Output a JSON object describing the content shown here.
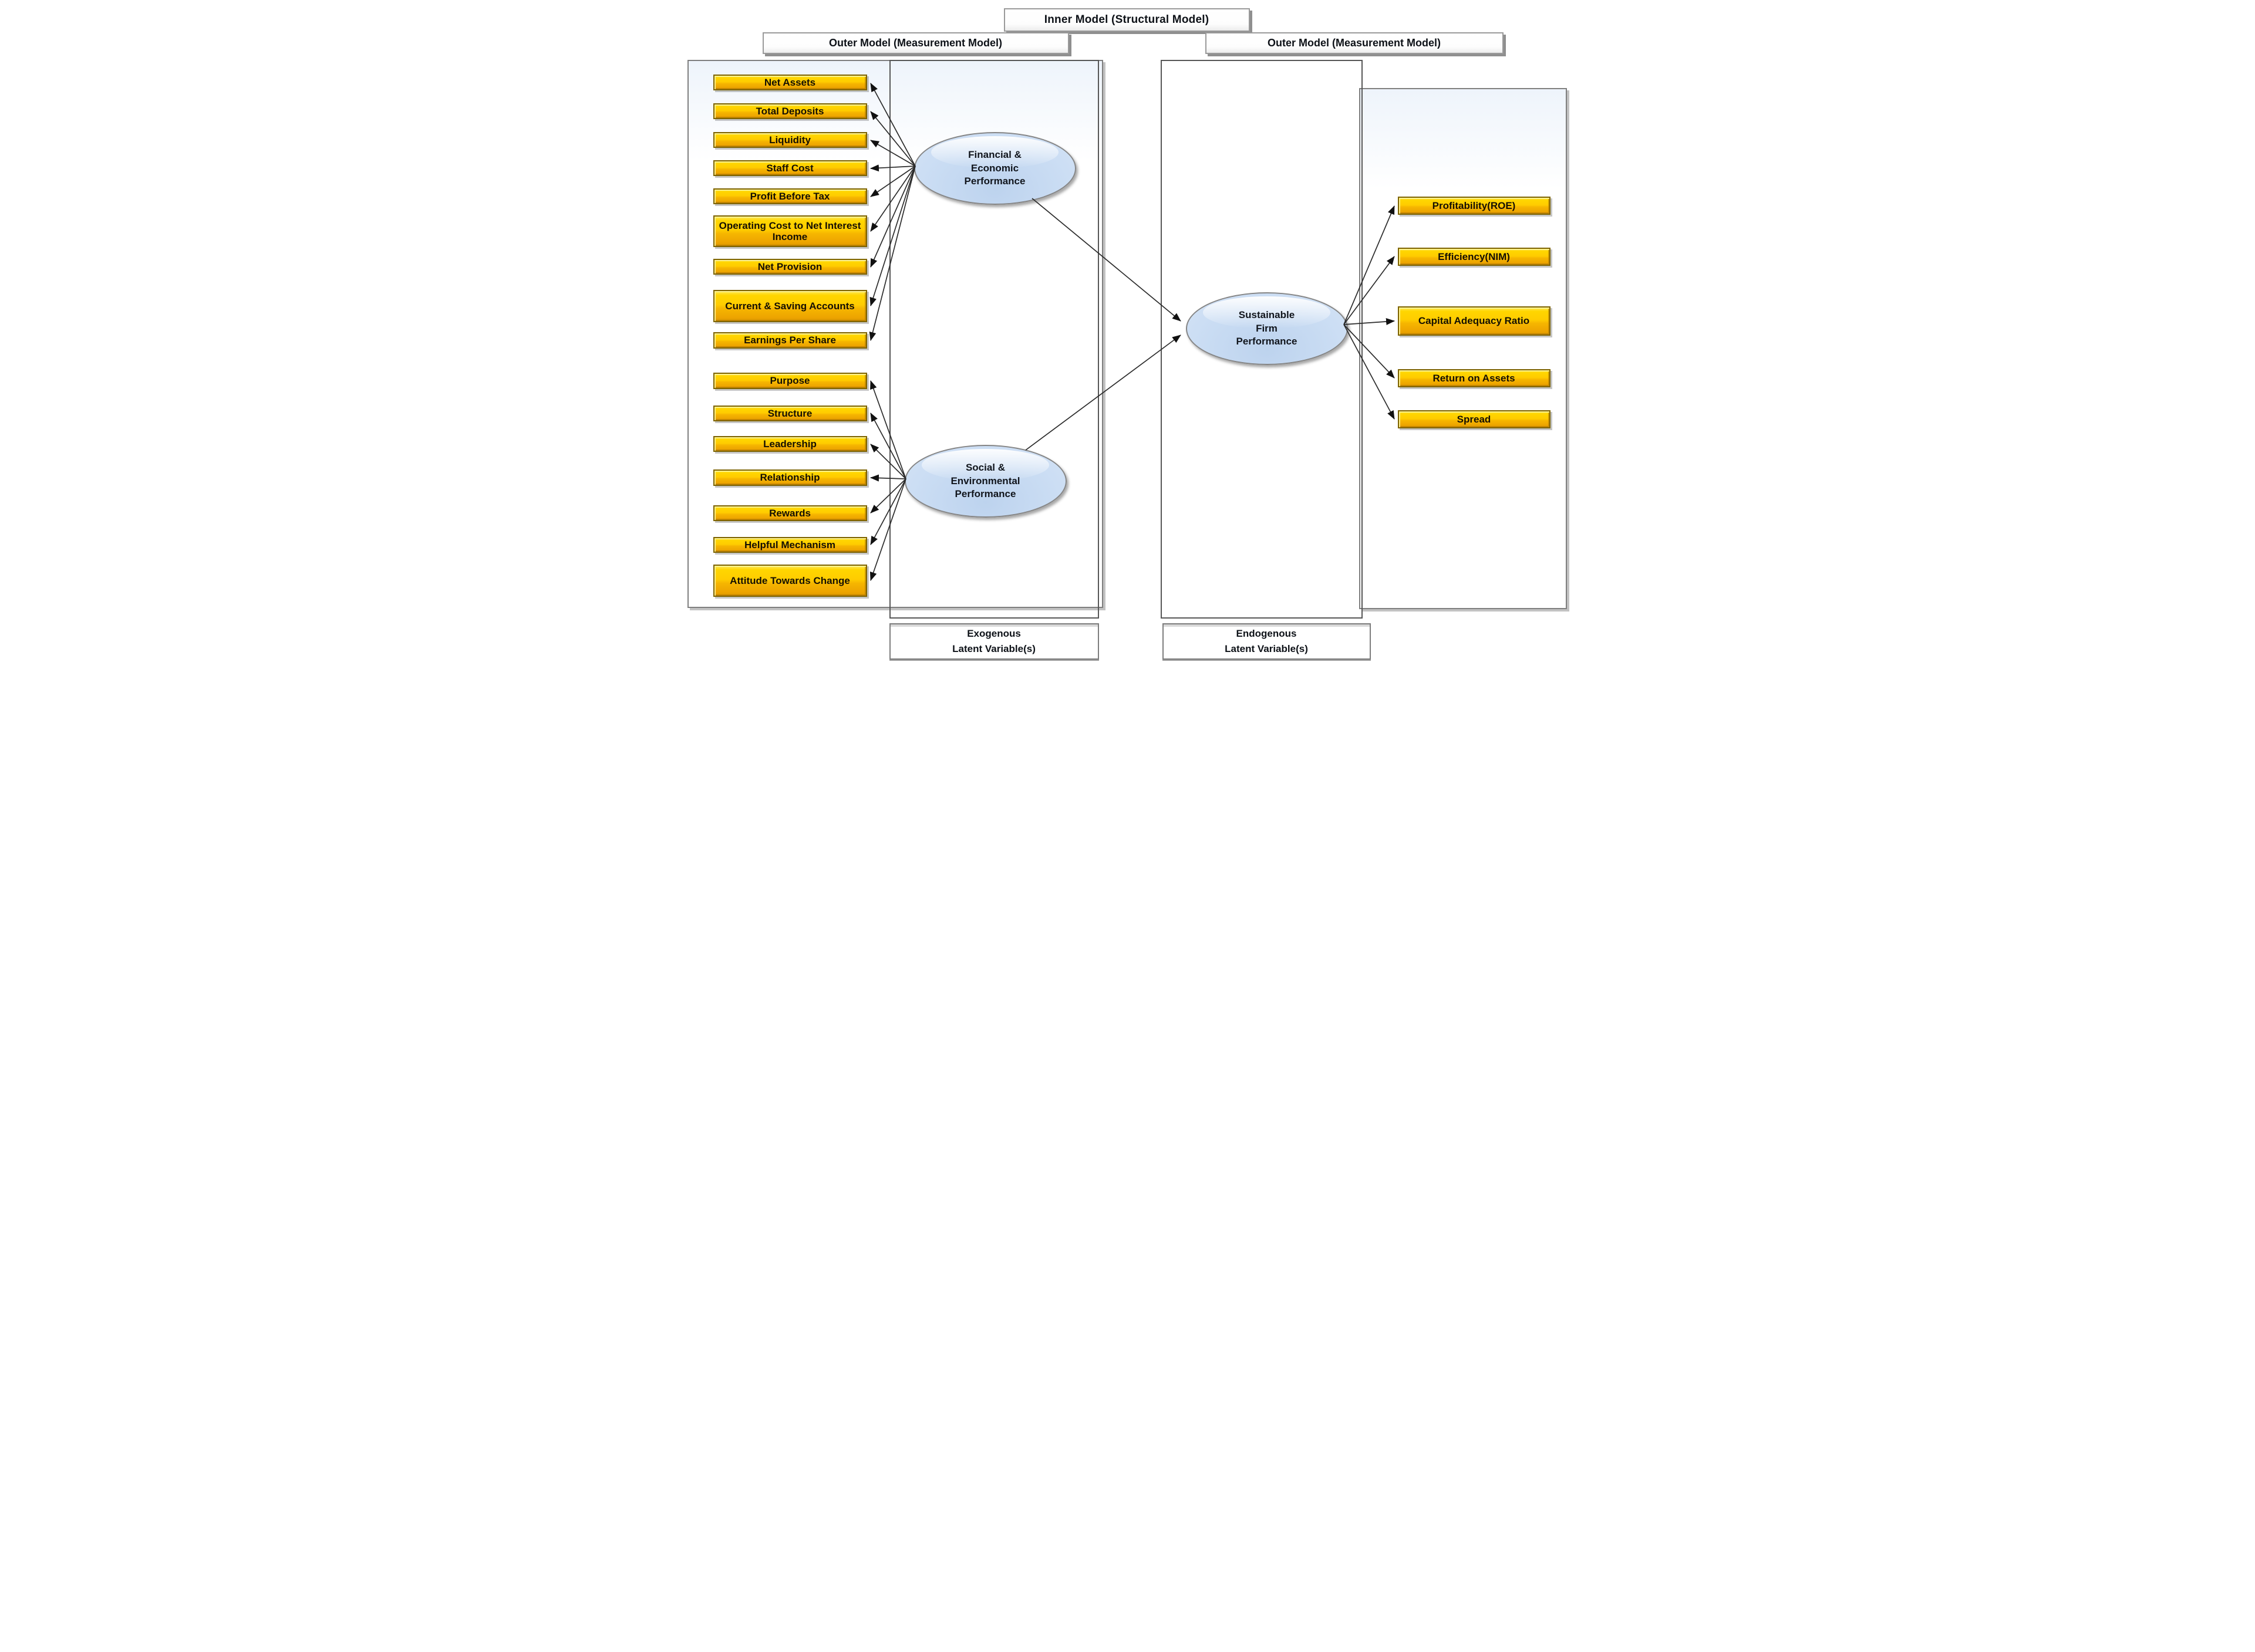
{
  "header": {
    "inner_model_title": "Inner Model (Structural Model)",
    "outer_model_left_title": "Outer Model (Measurement Model)",
    "outer_model_right_title": "Outer Model (Measurement Model)"
  },
  "latent_variables": {
    "financial": {
      "label": "Financial &\nEconomic\nPerformance",
      "role": "exogenous"
    },
    "social": {
      "label": "Social &\nEnvironmental\nPerformance",
      "role": "exogenous"
    },
    "sustainable": {
      "label": "Sustainable\nFirm\nPerformance",
      "role": "endogenous"
    }
  },
  "indicators": {
    "financial": [
      "Net Assets",
      "Total Deposits",
      "Liquidity",
      "Staff Cost",
      "Profit Before Tax",
      "Operating Cost to Net Interest Income",
      "Net Provision",
      "Current & Saving Accounts",
      "Earnings Per Share"
    ],
    "social": [
      "Purpose",
      "Structure",
      "Leadership",
      "Relationship",
      "Rewards",
      "Helpful Mechanism",
      "Attitude Towards Change"
    ],
    "sustainable": [
      "Profitability(ROE)",
      "Efficiency(NIM)",
      "Capital Adequacy Ratio",
      "Return on Assets",
      "Spread"
    ]
  },
  "footers": {
    "exogenous": "Exogenous\nLatent Variable(s)",
    "endogenous": "Endogenous\nLatent Variable(s)"
  },
  "colors": {
    "indicator_fill_top": "#ffe95e",
    "indicator_fill_bottom": "#dd9900",
    "indicator_border": "#7d6300",
    "latent_fill": "#c9dcf3",
    "latent_border": "#858585",
    "panel_border": "#7f7f7f",
    "arrow": "#2b2b2b"
  }
}
